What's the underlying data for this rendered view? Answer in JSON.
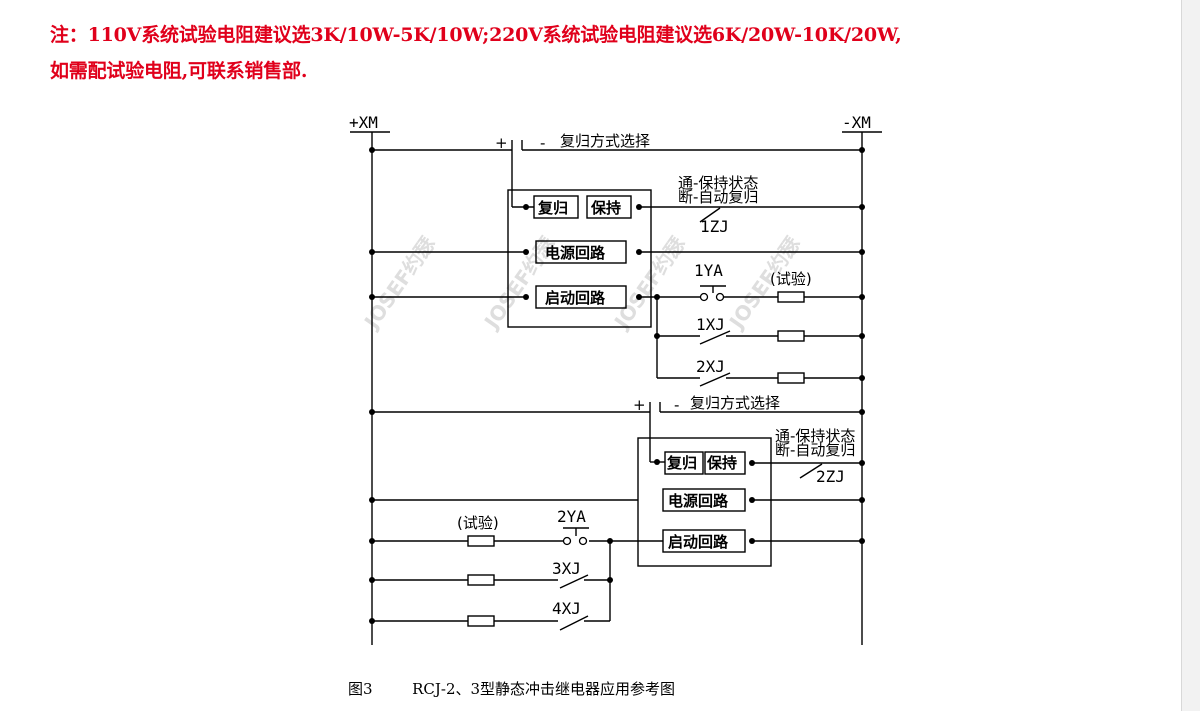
{
  "note": {
    "line1": "注：110V系统试验电阻建议选3K/10W-5K/10W;220V系统试验电阻建议选6K/20W-10K/20W,",
    "line2": "如需配试验电阻,可联系销售部."
  },
  "diagram": {
    "plus_bus": "+XM",
    "minus_bus": "-XM",
    "plus_sign": "+",
    "minus_sign": "-",
    "reset_mode_select": "复归方式选择",
    "state_on": "通-保持状态",
    "state_off": "断-自动复归",
    "relay1": {
      "reset": "复归",
      "hold": "保持",
      "power": "电源回路",
      "start": "启动回路",
      "contact": "1ZJ"
    },
    "relay2": {
      "reset": "复归",
      "hold": "保持",
      "power": "电源回路",
      "start": "启动回路",
      "contact": "2ZJ"
    },
    "ya1": "1YA",
    "ya2": "2YA",
    "test": "(试验)",
    "xj1": "1XJ",
    "xj2": "2XJ",
    "xj3": "3XJ",
    "xj4": "4XJ",
    "watermark": "JOSEF约瑟"
  },
  "caption": {
    "label": "图3",
    "title": "RCJ-2、3型静态冲击继电器应用参考图"
  }
}
